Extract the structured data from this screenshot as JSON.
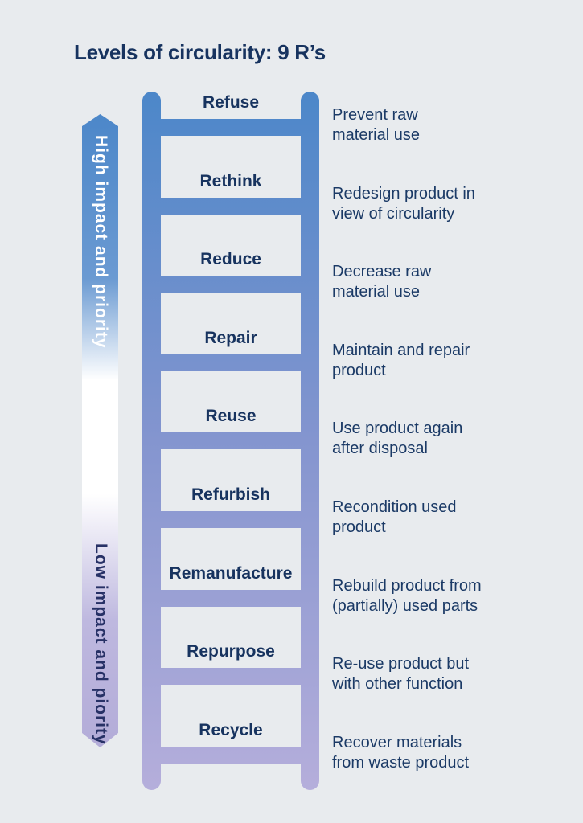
{
  "title": "Levels of circularity: 9 R’s",
  "axis": {
    "high_label": "High impact and priority",
    "low_label": "Low impact and piority"
  },
  "ladder": {
    "rungs": [
      {
        "label": "Refuse",
        "lines": [
          "Prevent raw",
          "material use"
        ]
      },
      {
        "label": "Rethink",
        "lines": [
          "Redesign product in",
          "view of circularity"
        ]
      },
      {
        "label": "Reduce",
        "lines": [
          "Decrease raw",
          "material use"
        ]
      },
      {
        "label": "Repair",
        "lines": [
          "Maintain and repair",
          "product"
        ]
      },
      {
        "label": "Reuse",
        "lines": [
          "Use product again",
          "after disposal"
        ]
      },
      {
        "label": "Refurbish",
        "lines": [
          "Recondition used",
          "product"
        ]
      },
      {
        "label": "Remanufacture",
        "lines": [
          "Rebuild product from",
          "(partially) used parts"
        ]
      },
      {
        "label": "Repurpose",
        "lines": [
          "Re-use product but",
          "with other function"
        ]
      },
      {
        "label": "Recycle",
        "lines": [
          "Recover materials",
          "from waste product"
        ]
      }
    ]
  },
  "colors": {
    "background": "#e8ebee",
    "text_navy": "#17335f",
    "ladder_top": "#4c87c9",
    "ladder_mid": "#8495cf",
    "ladder_bottom": "#b5aedb",
    "arrow_top": "#4c87c9",
    "arrow_upper_mid": "#6b9ad2",
    "arrow_fade": "#ffffff",
    "arrow_lower_mid": "#beb8df",
    "arrow_bottom": "#b3acd8",
    "high_label_text": "#ffffff",
    "low_label_text": "#273166"
  }
}
